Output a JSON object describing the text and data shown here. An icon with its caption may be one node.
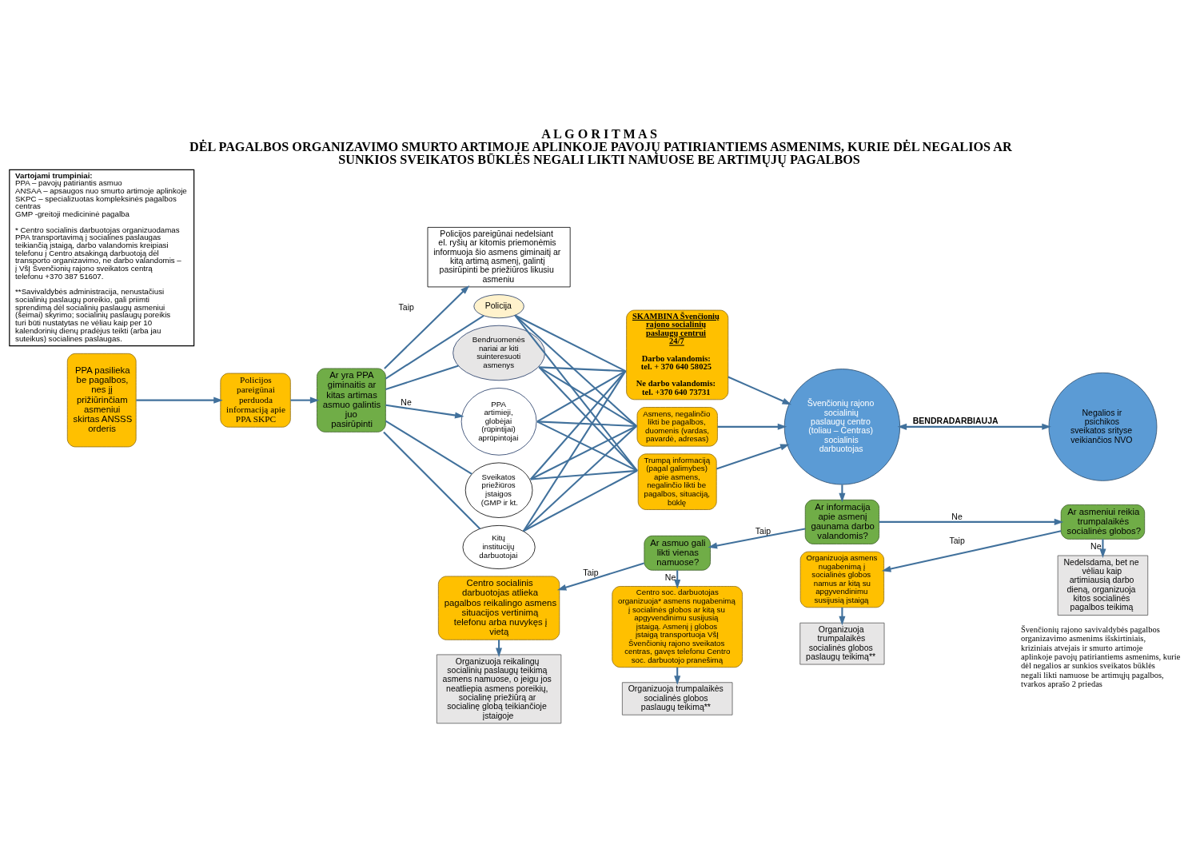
{
  "diagram": {
    "title": "A L G O R I T M A S DĖL PAGALBOS ORGANIZAVIMO SMURTO ARTIMOJE APLINKOJE PAVOJŲ PATIRIANTIEMS ASMENIMS, KURIE DĖL NEGALIOS AR SUNKIOS SVEIKATOS BŪKLĖS NEGALI LIKTI NAMUOSE BE ARTIMŲJŲ PAGALBOS",
    "nodes": [
      {
        "text": [
          "PPA pasilieka be pagalbos, nes jį prižiūrinčiam asmeniui skirtas ANSSS orderis"
        ]
      },
      {
        "text": [
          "Policijos pareigūnai perduoda informaciją apie PPA SKPC"
        ]
      },
      {
        "text": [
          "Ar yra PPA giminaitis ar kitas artimas asmuo galintis juo pasirūpinti"
        ]
      },
      {
        "text": [
          "Policijos pareigūnai nedelsiant el. ryšių ar kitomis priemonėmis informuoja šio asmens giminaitį ar kitą artimą asmenį, galintį pasirūpinti be priežiūros likusiu asmeniu"
        ]
      },
      {
        "text": [
          "Policija"
        ]
      },
      {
        "text": [
          "Bendruomenės nariai ar kiti suinteresuoti asmenys"
        ]
      },
      {
        "text": [
          "PPA artimieji, globėjai (rūpintijai) aprūpintojai"
        ]
      },
      {
        "text": [
          "Sveikatos priežiūros įstaigos (GMP ir kt."
        ]
      },
      {
        "text": [
          "Kitų institucijų darbuotojai"
        ]
      },
      {
        "text": [
          "SKAMBINA Švenčionių rajono socialinių paslaugų centrui 24/7",
          "Darbo valandomis: tel. + 370 640 58025",
          "Ne darbo valandomis: tel. +370 640 73731"
        ]
      },
      {
        "text": [
          "Asmens, negalinčio likti be pagalbos, duomenis (vardas, pavardė, adresas)"
        ]
      },
      {
        "text": [
          "Trumpą informaciją (pagal galimybes) apie asmens, negalinčio likti be pagalbos, situaciją, būklę"
        ]
      },
      {
        "text": [
          "Švenčionių rajono socialinių paslaugų centro (toliau – Centras) socialinis darbuotojas"
        ]
      },
      {
        "text": [
          "Negalios ir psichikos sveikatos srityse veikiančios NVO"
        ]
      },
      {
        "text": [
          "Ar informacija apie asmenį gaunama darbo valandomis?"
        ]
      },
      {
        "text": [
          "Ar asmuo gali likti vienas namuose?"
        ]
      },
      {
        "text": [
          "Ar asmeniui reikia trumpalaikės socialinės globos?"
        ]
      },
      {
        "text": [
          "Centro socialinis darbuotojas atlieka pagalbos reikalingo asmens situacijos vertinimą telefonu arba nuvykęs į vietą"
        ]
      },
      {
        "text": [
          "Centro soc. darbuotojas organizuoja* asmens nugabenimą į socialinės globos ar kitą su apgyvendinimu susijusią įstaigą. Asmenį į globos įstaigą transportuoja VšĮ Švenčionių rajono sveikatos centras, gavęs telefonu Centro soc. darbuotojo pranešimą"
        ]
      },
      {
        "text": [
          "Organizuoja asmens nugabenimą į socialinės globos namus ar kitą su apgyvendinimu susijusią įstaigą"
        ]
      },
      {
        "text": [
          "Nedelsdama, bet ne vėliau kaip artimiausią darbo dieną, organizuoja kitos socialinės pagalbos teikimą"
        ]
      },
      {
        "text": [
          "Organizuoja reikalingų socialinių paslaugų teikimą asmens namuose, o jeigu jos neatliepia asmens poreikių, socialinę priežiūrą ar socialinę globą teikiančioje įstaigoje"
        ]
      },
      {
        "text": [
          "Organizuoja trumpalaikės socialinės globos paslaugų teikimą**"
        ]
      },
      {
        "text": [
          "Organizuoja trumpalaikės socialinės globos paslaugų teikimą**"
        ]
      },
      {
        "text": [
          "Vartojami trumpiniai:",
          "PPA – pavojų patiriantis asmuo",
          "ANSAA – apsaugos nuo smurto artimoje aplinkoje",
          "SKPC – specializuotas kompleksinės pagalbos centras",
          "GMP -greitoji medicininė pagalba",
          "* Centro socialinis darbuotojas organizuodamas PPA transportavimą į socialines paslaugas teikiančią įstaigą, darbo valandomis kreipiasi telefonu į Centro atsakingą darbuotoją dėl transporto organizavimo, ne darbo valandomis – į VšĮ Švenčionių rajono sveikatos centrą telefonu +370 387 51607.",
          "**Savivaldybės administracija, nenustačiusi socialinių paslaugų poreikio, gali priimti sprendimą dėl socialinių paslaugų asmeniui (šeimai) skyrimo; socialinių paslaugų poreikis turi būti nustatytas ne vėliau kaip per 10 kalendorinių dienų pradėjus teikti (arba jau suteikus) socialines paslaugas."
        ]
      }
    ],
    "edges": [
      {
        "from": 0,
        "to": 1,
        "arrow": "to"
      },
      {
        "from": 1,
        "to": 2,
        "arrow": "to"
      },
      {
        "from": 2,
        "to": 3,
        "arrow": "to",
        "label": "Taip"
      },
      {
        "from": 2,
        "to": 4,
        "arrow": "none"
      },
      {
        "from": 2,
        "to": 5,
        "arrow": "none"
      },
      {
        "from": 2,
        "to": 6,
        "arrow": "to",
        "label": "Ne"
      },
      {
        "from": 2,
        "to": 7,
        "arrow": "none"
      },
      {
        "from": 2,
        "to": 8,
        "arrow": "none"
      },
      {
        "from": 4,
        "to": 9,
        "arrow": "none"
      },
      {
        "from": 4,
        "to": 10,
        "arrow": "none"
      },
      {
        "from": 4,
        "to": 11,
        "arrow": "none"
      },
      {
        "from": 5,
        "to": 9,
        "arrow": "none"
      },
      {
        "from": 5,
        "to": 10,
        "arrow": "none"
      },
      {
        "from": 5,
        "to": 11,
        "arrow": "none"
      },
      {
        "from": 6,
        "to": 9,
        "arrow": "none"
      },
      {
        "from": 6,
        "to": 10,
        "arrow": "none"
      },
      {
        "from": 6,
        "to": 11,
        "arrow": "none"
      },
      {
        "from": 7,
        "to": 9,
        "arrow": "none"
      },
      {
        "from": 7,
        "to": 10,
        "arrow": "none"
      },
      {
        "from": 7,
        "to": 11,
        "arrow": "none"
      },
      {
        "from": 8,
        "to": 9,
        "arrow": "none"
      },
      {
        "from": 8,
        "to": 10,
        "arrow": "none"
      },
      {
        "from": 8,
        "to": 11,
        "arrow": "none"
      },
      {
        "from": 9,
        "to": 12,
        "arrow": "to"
      },
      {
        "from": 10,
        "to": 12,
        "arrow": "to"
      },
      {
        "from": 11,
        "to": 12,
        "arrow": "to"
      },
      {
        "from": 12,
        "to": 13,
        "arrow": "both",
        "label": "BENDRADARBIAUJA"
      },
      {
        "from": 12,
        "to": 14,
        "arrow": "to"
      },
      {
        "from": 14,
        "to": 15,
        "arrow": "to",
        "label": "Taip"
      },
      {
        "from": 14,
        "to": 16,
        "arrow": "to",
        "label": "Ne"
      },
      {
        "from": 15,
        "to": 17,
        "arrow": "to",
        "label": "Taip"
      },
      {
        "from": 15,
        "to": 18,
        "arrow": "to",
        "label": "Ne"
      },
      {
        "from": 16,
        "to": 19,
        "arrow": "to",
        "label": "Taip"
      },
      {
        "from": 16,
        "to": 20,
        "arrow": "to",
        "label": "Ne"
      },
      {
        "from": 17,
        "to": 21,
        "arrow": "to"
      },
      {
        "from": 18,
        "to": 22,
        "arrow": "to"
      },
      {
        "from": 19,
        "to": 23,
        "arrow": "to"
      }
    ],
    "labels": [
      "Švenčionių rajono savivaldybės pagalbos organizavimo asmenims išskirtiniais, kriziniais atvejais ir smurto artimoje aplinkoje pavojų patiriantiems asmenims, kurie dėl negalios ar sunkios sveikatos būklės negali likti namuose be artimųjų pagalbos, tvarkos aprašo 2 priedas"
    ]
  }
}
